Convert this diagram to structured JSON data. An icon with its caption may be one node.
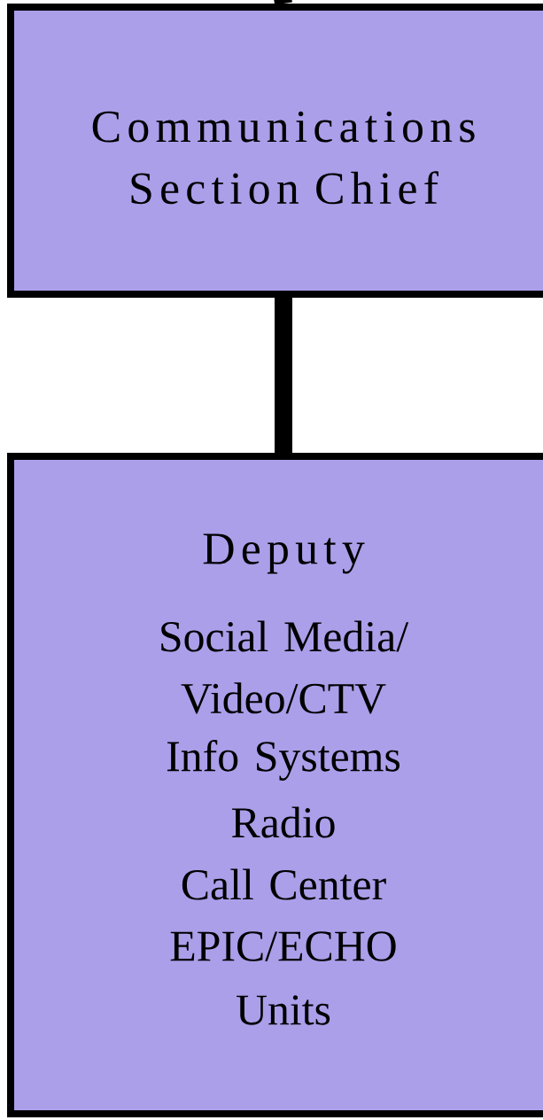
{
  "diagram": {
    "nodes": [
      {
        "text": [
          "Communications Section Chief"
        ]
      },
      {
        "text": [
          "Deputy",
          "Social Media/ Video/CTV",
          "Info Systems",
          "Radio",
          "Call Center",
          "EPIC/ECHO",
          "Units"
        ]
      }
    ],
    "edges": [
      {
        "from": null,
        "to": 0,
        "arrow": "none"
      },
      {
        "from": 0,
        "to": 1,
        "arrow": "none"
      }
    ]
  }
}
